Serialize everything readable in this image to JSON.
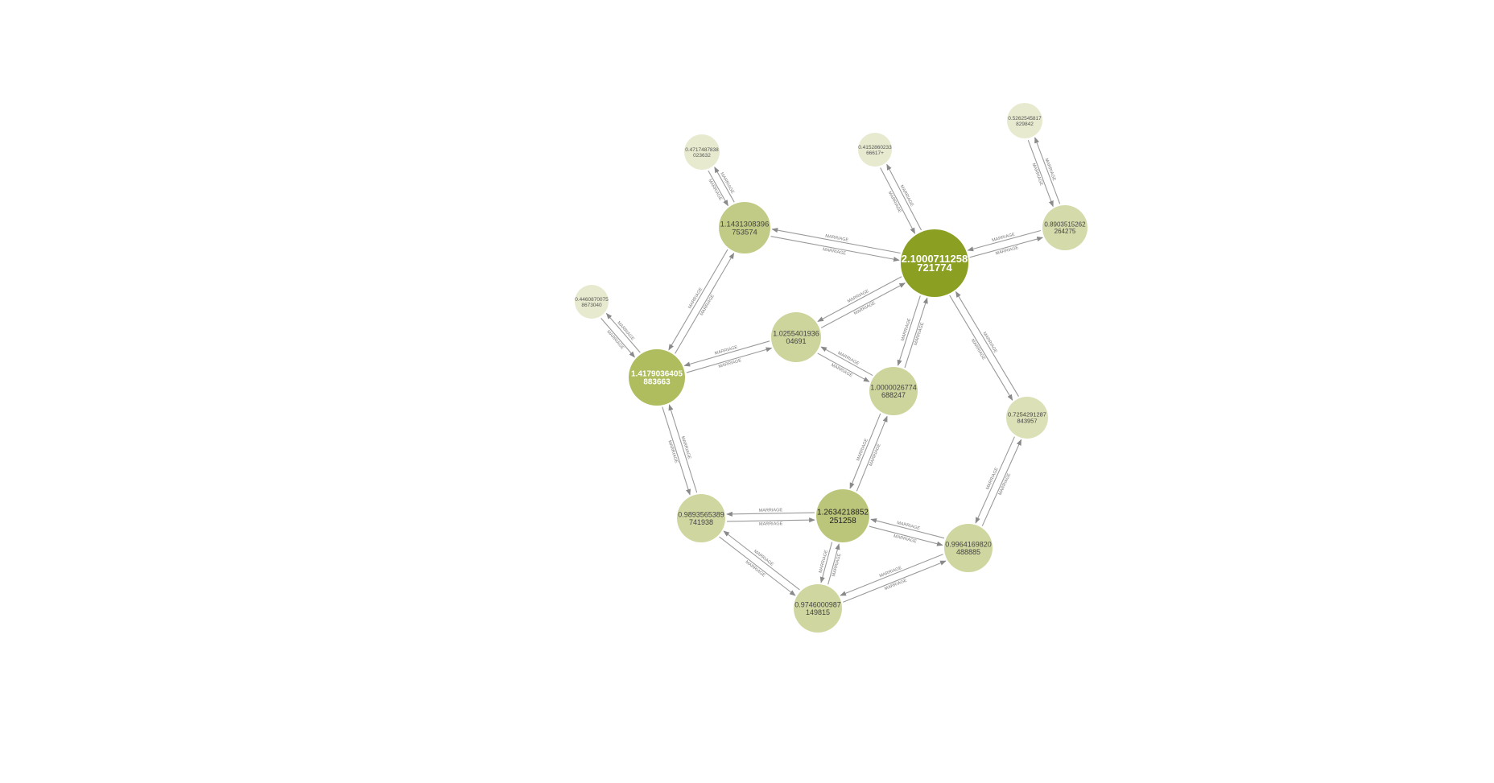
{
  "graph": {
    "relationship_type": "MARRIAGE",
    "nodes": [
      {
        "id": "n_hub",
        "line1": "2.1000711258",
        "line2": "721774",
        "fill": "#8b9f22",
        "text_color": "#ffffff",
        "bold": true
      },
      {
        "id": "n_a",
        "line1": "1.1431308396",
        "line2": "753574",
        "fill": "#c2cb85",
        "text_color": "#444444",
        "bold": false
      },
      {
        "id": "n_b",
        "line1": "1.4179036405",
        "line2": "883663",
        "fill": "#afbd5e",
        "text_color": "#ffffff",
        "bold": true
      },
      {
        "id": "n_c",
        "line1": "1.0255401936",
        "line2": "04691",
        "fill": "#cdd49c",
        "text_color": "#444444",
        "bold": false
      },
      {
        "id": "n_d",
        "line1": "1.0000026774",
        "line2": "688247",
        "fill": "#cdd49c",
        "text_color": "#444444",
        "bold": false
      },
      {
        "id": "n_e",
        "line1": "1.2634218852",
        "line2": "251258",
        "fill": "#bcc67a",
        "text_color": "#222222",
        "bold": false
      },
      {
        "id": "n_f",
        "line1": "0.9893565389",
        "line2": "741938",
        "fill": "#cfd69f",
        "text_color": "#444444",
        "bold": false
      },
      {
        "id": "n_g",
        "line1": "0.9746000987",
        "line2": "149815",
        "fill": "#cfd69f",
        "text_color": "#444444",
        "bold": false
      },
      {
        "id": "n_h",
        "line1": "0.9964169820",
        "line2": "488885",
        "fill": "#cfd69f",
        "text_color": "#444444",
        "bold": false
      },
      {
        "id": "n_i",
        "line1": "0.7254291287",
        "line2": "843957",
        "fill": "#dbe0b7",
        "text_color": "#444444",
        "bold": false
      },
      {
        "id": "n_j",
        "line1": "0.8903515262",
        "line2": "264275",
        "fill": "#d4daa9",
        "text_color": "#444444",
        "bold": false
      },
      {
        "id": "n_k",
        "line1": "0.5262545817",
        "line2": "829842",
        "fill": "#e7eacf",
        "text_color": "#555555",
        "bold": false
      },
      {
        "id": "n_l",
        "line1": "0.4152860233",
        "line2": "66617+",
        "fill": "#e7eacf",
        "text_color": "#555555",
        "bold": false
      },
      {
        "id": "n_m",
        "line1": "0.4717487838",
        "line2": "023632",
        "fill": "#e7eacf",
        "text_color": "#555555",
        "bold": false
      },
      {
        "id": "n_n",
        "line1": "0.4460870075",
        "line2": "8673040",
        "fill": "#e7eacf",
        "text_color": "#555555",
        "bold": false
      }
    ],
    "edges": [
      [
        "n_hub",
        "n_a"
      ],
      [
        "n_hub",
        "n_c"
      ],
      [
        "n_hub",
        "n_d"
      ],
      [
        "n_hub",
        "n_i"
      ],
      [
        "n_hub",
        "n_j"
      ],
      [
        "n_hub",
        "n_l"
      ],
      [
        "n_j",
        "n_k"
      ],
      [
        "n_a",
        "n_m"
      ],
      [
        "n_a",
        "n_b"
      ],
      [
        "n_b",
        "n_n"
      ],
      [
        "n_b",
        "n_c"
      ],
      [
        "n_b",
        "n_f"
      ],
      [
        "n_c",
        "n_d"
      ],
      [
        "n_d",
        "n_e"
      ],
      [
        "n_e",
        "n_f"
      ],
      [
        "n_e",
        "n_g"
      ],
      [
        "n_e",
        "n_h"
      ],
      [
        "n_f",
        "n_g"
      ],
      [
        "n_g",
        "n_h"
      ],
      [
        "n_h",
        "n_i"
      ]
    ]
  }
}
